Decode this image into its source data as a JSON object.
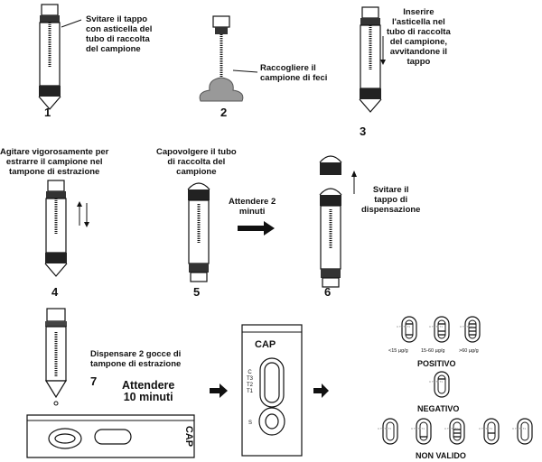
{
  "steps": [
    {
      "number": "1",
      "text": "Svitare il tappo\ncon asticella del\ntubo di raccolta\ndel campione"
    },
    {
      "number": "2",
      "text": "Raccogliere il\ncampione di feci"
    },
    {
      "number": "3",
      "text": "Inserire\nl'asticella nel\ntubo di raccolta\ndel campione,\navvitandone il\ntappo"
    },
    {
      "number": "4",
      "text": "Agitare vigorosamente per\nestrarre il campione nel\ntampone di estrazione"
    },
    {
      "number": "5",
      "text": "Capovolgere il tubo\ndi raccolta del\ncampione"
    },
    {
      "number": "6",
      "text": "Svitare il\ntappo di\ndispensazione"
    },
    {
      "number": "7",
      "text": "Dispensare 2 gocce di\ntampone di estrazione"
    }
  ],
  "wait_2": "Attendere 2\nminuti",
  "wait_10": "Attendere\n10 minuti",
  "cassette": {
    "label": "CAP",
    "lines": "C\nT3\nT2\nT1",
    "sample": "S"
  },
  "results": {
    "levels": [
      "<15 µg/g",
      "15-60 µg/g",
      ">60 µg/g"
    ],
    "positive": "POSITIVO",
    "negative": "NEGATIVO",
    "invalid": "NON VALIDO"
  }
}
